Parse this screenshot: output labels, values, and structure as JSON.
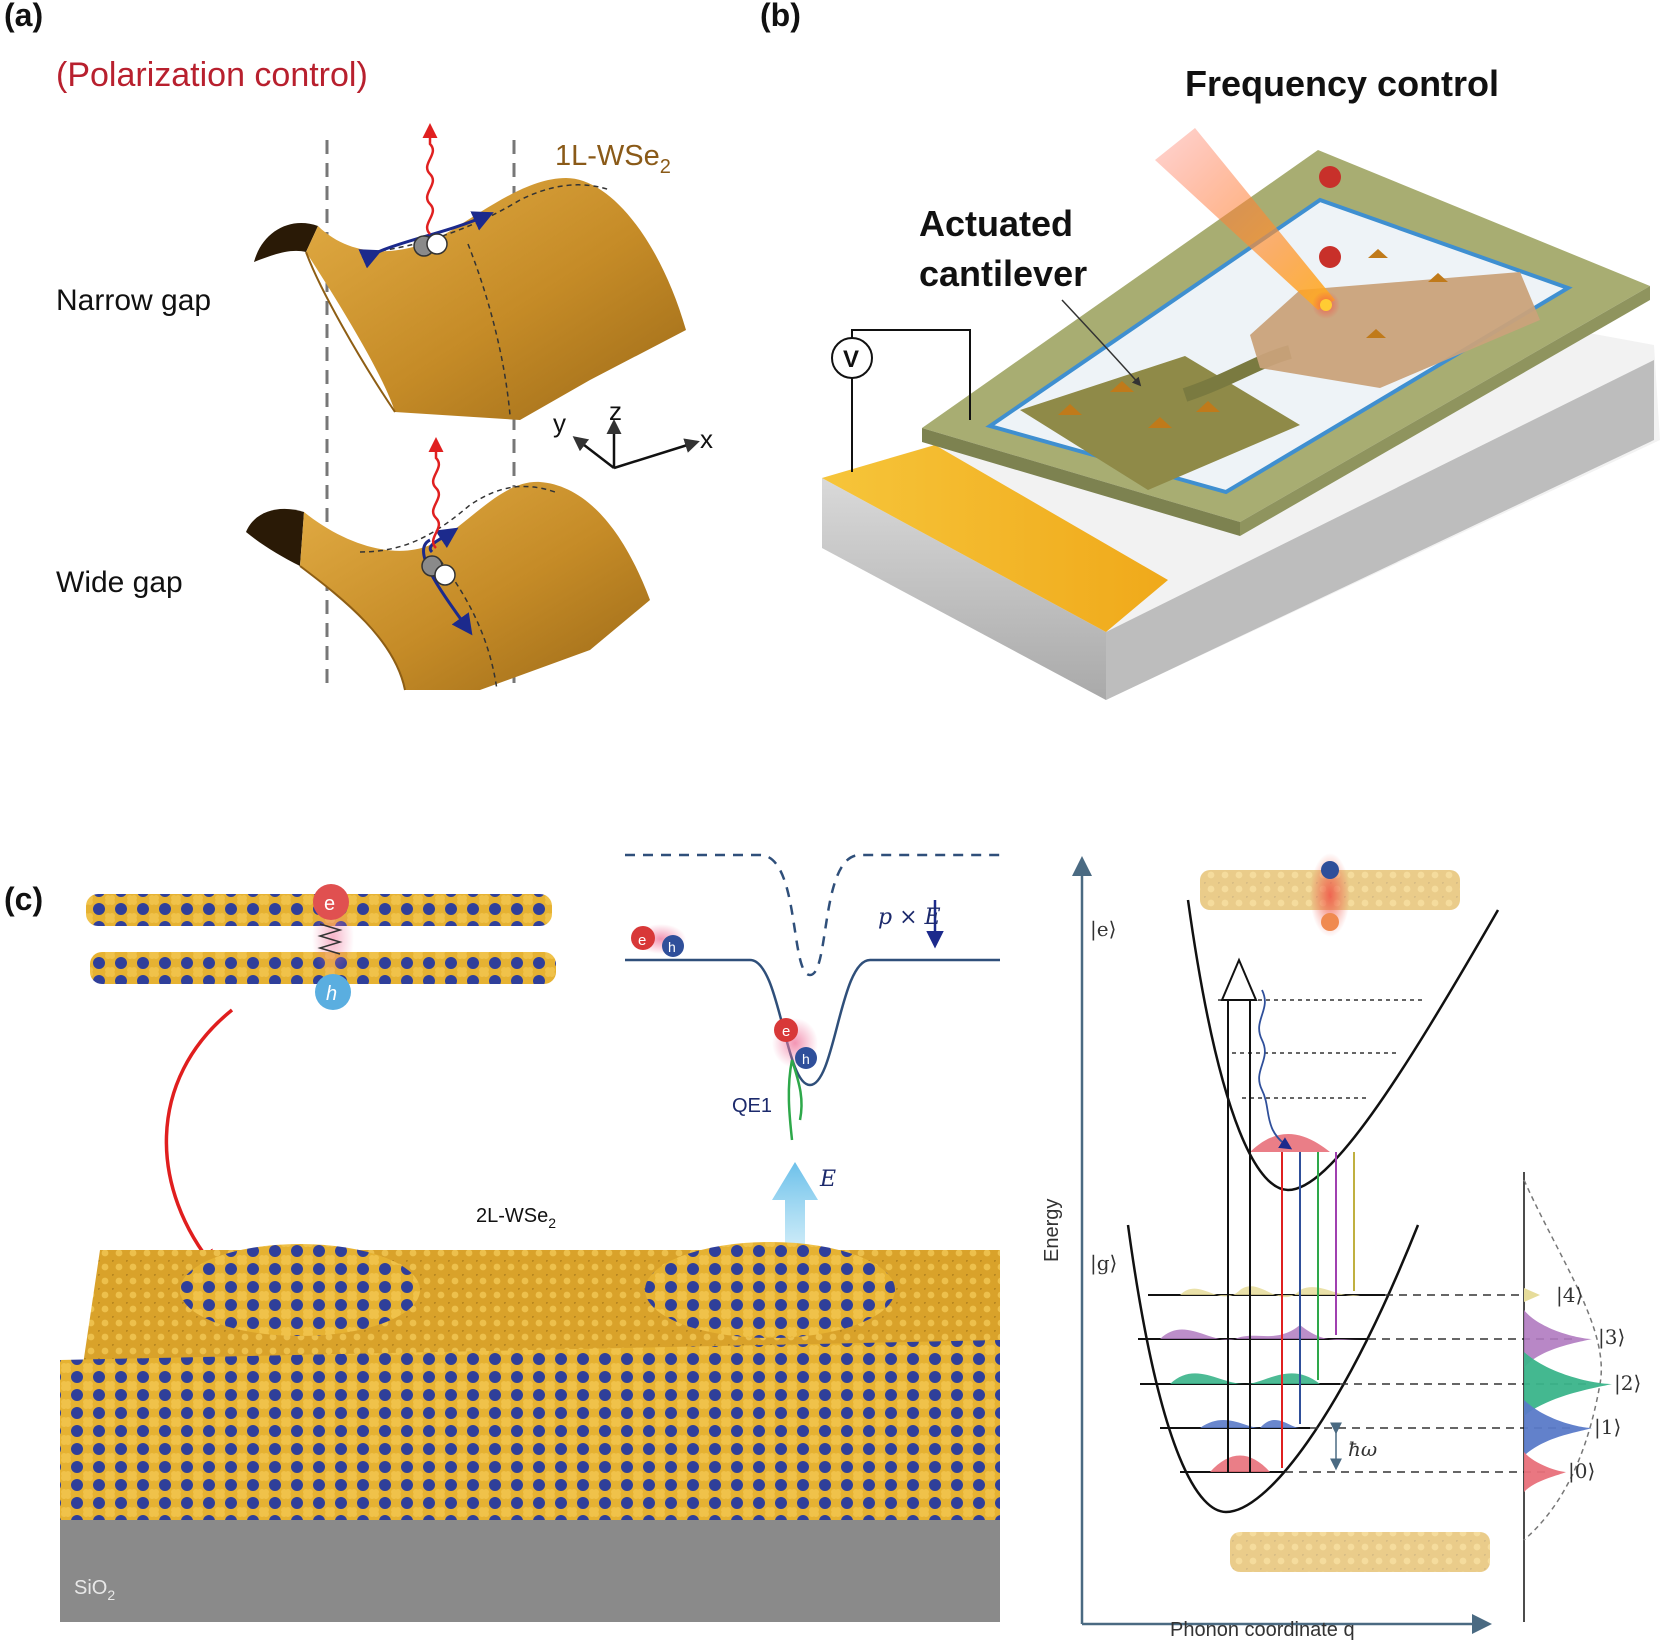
{
  "panel_a": {
    "label": "(a)",
    "title": "(Polarization control)",
    "material": "1L-WSe",
    "material_sub": "2",
    "narrow": "Narrow gap",
    "wide": "Wide gap",
    "axis_x": "x",
    "axis_y": "y",
    "axis_z": "z"
  },
  "panel_b": {
    "label": "(b)",
    "title": "Frequency control",
    "cantilever_line1": "Actuated",
    "cantilever_line2": "cantilever",
    "voltmeter": "V"
  },
  "panel_c": {
    "label": "(c)",
    "electron": "e",
    "hole": "h",
    "pe_label": "p × E",
    "qe1": "QE1",
    "field": "E",
    "bilayer": "2L-WSe",
    "bilayer_sub": "2",
    "substrate": "SiO",
    "substrate_sub": "2",
    "energy_axis": "Energy",
    "phonon_axis": "Phonon coordinate q",
    "excited_state": "|e⟩",
    "ground_state": "|g⟩",
    "hbar_omega": "ħω",
    "levels": [
      "|4⟩",
      "|3⟩",
      "|2⟩",
      "|1⟩",
      "|0⟩"
    ]
  },
  "colors": {
    "title_red": "#b8202e",
    "surface_gold": "#c8922c",
    "arrow_blue": "#1c2a8c",
    "atom_blue": "#2f3f9a",
    "atom_gold": "#e0a81e",
    "chip_green": "#a8ad72",
    "electrode_gold": "#f2b825"
  }
}
